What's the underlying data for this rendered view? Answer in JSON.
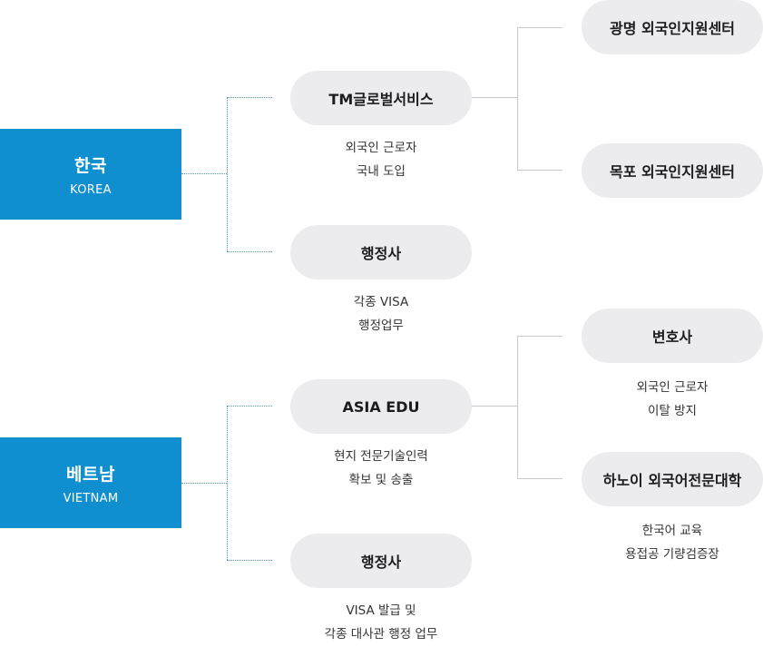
{
  "korea": {
    "name": "한국",
    "eng": "KOREA",
    "partners": [
      {
        "name": "TM글로벌서비스",
        "desc": [
          "외국인 근로자",
          "국내 도입"
        ]
      },
      {
        "name": "행정사",
        "desc": [
          "각종 VISA",
          "행정업무"
        ]
      }
    ],
    "centers": [
      {
        "name": "광명 외국인지원센터"
      },
      {
        "name": "목포 외국인지원센터"
      }
    ]
  },
  "vietnam": {
    "name": "베트남",
    "eng": "VIETNAM",
    "partners": [
      {
        "name": "ASIA EDU",
        "desc": [
          "현지 전문기술인력",
          "확보 및 송출"
        ]
      },
      {
        "name": "행정사",
        "desc": [
          "VISA 발급 및",
          "각종 대사관 행정 업무"
        ]
      }
    ],
    "branches": [
      {
        "name": "변호사",
        "desc": [
          "외국인 근로자",
          "이탈 방지"
        ]
      },
      {
        "name": "하노이 외국어전문대학",
        "desc": [
          "한국어 교육",
          "용접공 기량검증장"
        ]
      }
    ]
  },
  "colors": {
    "country": "#0f8fcf",
    "pill": "#ececef",
    "dotted": "#4a9bd1",
    "solid": "#c9c9c9"
  }
}
